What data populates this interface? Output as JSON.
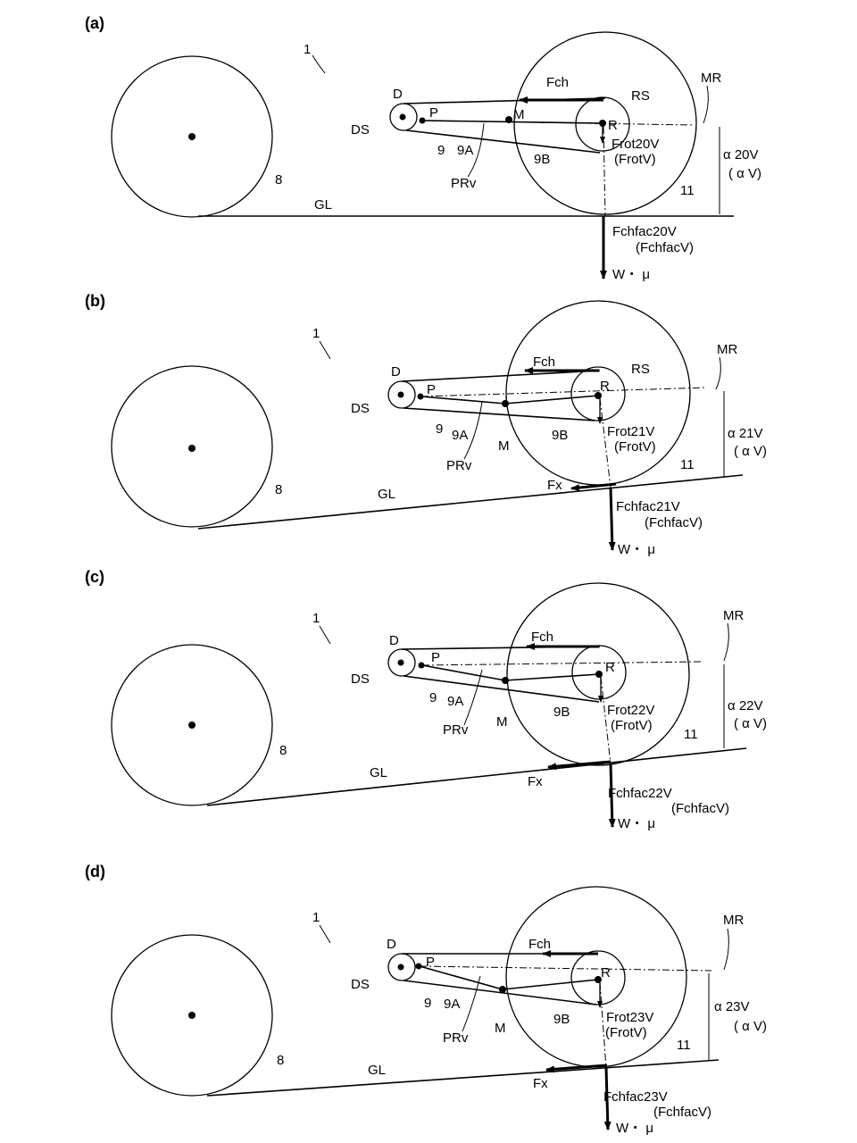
{
  "panels": [
    {
      "panel_label": "(a)",
      "ref_1": "1",
      "lbl_D": "D",
      "lbl_DS": "DS",
      "lbl_P": "P",
      "lbl_M": "M",
      "lbl_R": "R",
      "lbl_RS": "RS",
      "lbl_MR": "MR",
      "lbl_9": "9",
      "lbl_9A": "9A",
      "lbl_9B": "9B",
      "lbl_PRv": "PRv",
      "lbl_8": "8",
      "lbl_11": "11",
      "lbl_GL": "GL",
      "lbl_Fch": "Fch",
      "lbl_frot": "Frot20V",
      "lbl_frotv": "(FrotV)",
      "lbl_alpha": "α 20V",
      "lbl_alphav": "( α V)",
      "lbl_fchfac": "Fchfac20V",
      "lbl_fchfacv": "(FchfacV)",
      "lbl_wmu": "W・ μ"
    },
    {
      "panel_label": "(b)",
      "ref_1": "1",
      "lbl_D": "D",
      "lbl_DS": "DS",
      "lbl_P": "P",
      "lbl_M": "M",
      "lbl_R": "R",
      "lbl_RS": "RS",
      "lbl_MR": "MR",
      "lbl_9": "9",
      "lbl_9A": "9A",
      "lbl_9B": "9B",
      "lbl_PRv": "PRv",
      "lbl_8": "8",
      "lbl_11": "11",
      "lbl_GL": "GL",
      "lbl_Fch": "Fch",
      "lbl_Fx": "Fx",
      "lbl_frot": "Frot21V",
      "lbl_frotv": "(FrotV)",
      "lbl_alpha": "α 21V",
      "lbl_alphav": "( α V)",
      "lbl_fchfac": "Fchfac21V",
      "lbl_fchfacv": "(FchfacV)",
      "lbl_wmu": "W・ μ"
    },
    {
      "panel_label": "(c)",
      "ref_1": "1",
      "lbl_D": "D",
      "lbl_DS": "DS",
      "lbl_P": "P",
      "lbl_M": "M",
      "lbl_R": "R",
      "lbl_MR": "MR",
      "lbl_9": "9",
      "lbl_9A": "9A",
      "lbl_9B": "9B",
      "lbl_PRv": "PRv",
      "lbl_8": "8",
      "lbl_11": "11",
      "lbl_GL": "GL",
      "lbl_Fch": "Fch",
      "lbl_Fx": "Fx",
      "lbl_frot": "Frot22V",
      "lbl_frotv": "(FrotV)",
      "lbl_alpha": "α 22V",
      "lbl_alphav": "( α V)",
      "lbl_fchfac": "Fchfac22V",
      "lbl_fchfacv": "(FchfacV)",
      "lbl_wmu": "W・ μ"
    },
    {
      "panel_label": "(d)",
      "ref_1": "1",
      "lbl_D": "D",
      "lbl_DS": "DS",
      "lbl_P": "P",
      "lbl_M": "M",
      "lbl_R": "R",
      "lbl_MR": "MR",
      "lbl_9": "9",
      "lbl_9A": "9A",
      "lbl_9B": "9B",
      "lbl_PRv": "PRv",
      "lbl_8": "8",
      "lbl_11": "11",
      "lbl_GL": "GL",
      "lbl_Fch": "Fch",
      "lbl_Fx": "Fx",
      "lbl_frot": "Frot23V",
      "lbl_frotv": "(FrotV)",
      "lbl_alpha": "α 23V",
      "lbl_alphav": "( α V)",
      "lbl_fchfac": "Fchfac23V",
      "lbl_fchfacv": "(FchfacV)",
      "lbl_wmu": "W・ μ"
    }
  ]
}
